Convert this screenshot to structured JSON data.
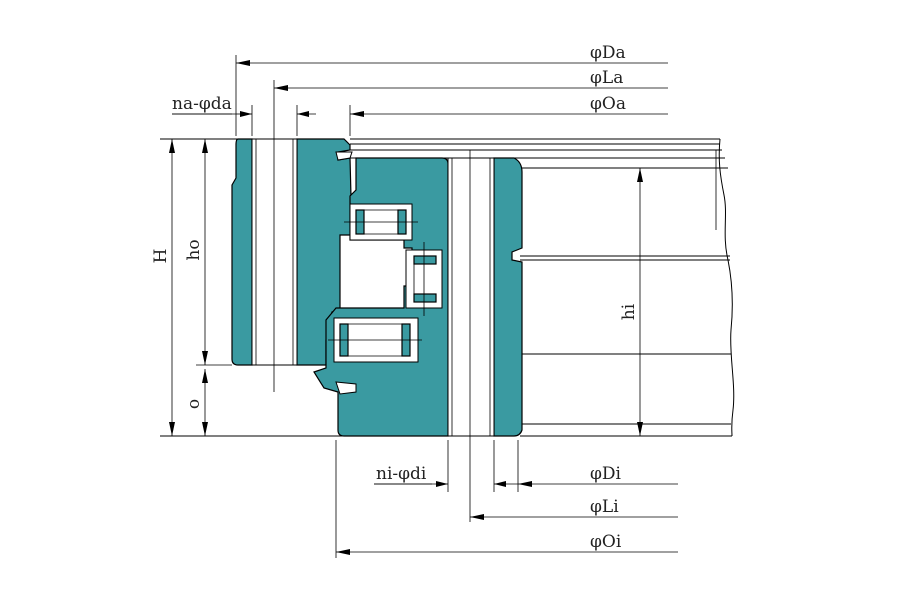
{
  "labels": {
    "Da": "φDa",
    "La": "φLa",
    "Oa": "φOa",
    "na_da": "na-φda",
    "H": "H",
    "ho": "ho",
    "o": "o",
    "hi": "hi",
    "ni_di": "ni-φdi",
    "Di": "φDi",
    "Li": "φLi",
    "Oi": "φOi"
  },
  "colors": {
    "ring_fill": "#3a9aa1",
    "line": "#000000",
    "background": "#ffffff"
  }
}
